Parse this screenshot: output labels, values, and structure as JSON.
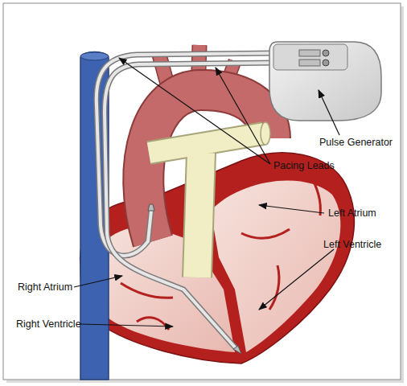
{
  "diagram": {
    "labels": [
      "Pulse Generator",
      "Pacing Leads",
      "Left Atrium",
      "Left Ventricle",
      "Right Atrium",
      "Right Ventricle"
    ]
  }
}
